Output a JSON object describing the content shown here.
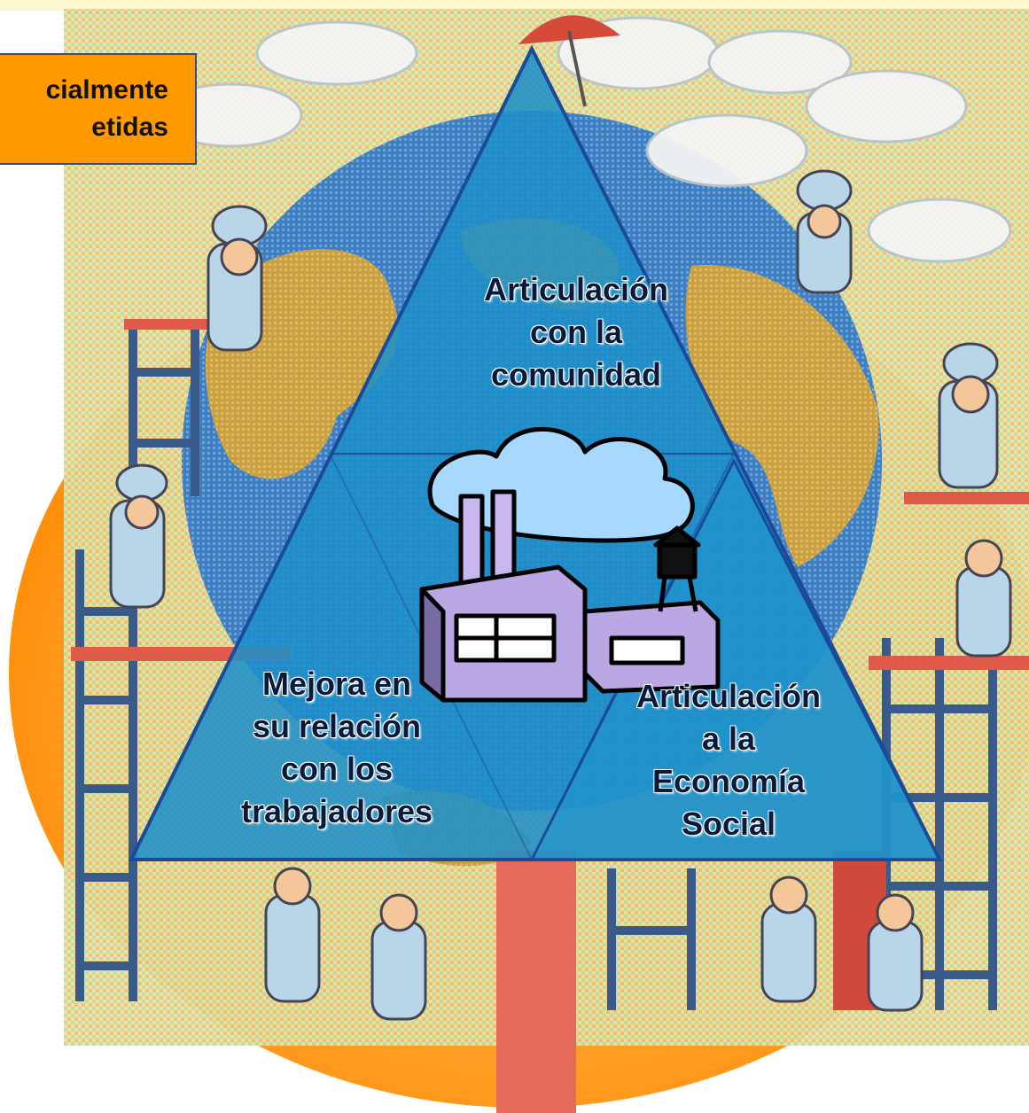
{
  "header_box": {
    "line1": "cialmente",
    "line2": "etidas"
  },
  "triangle": {
    "top": {
      "lines": [
        "Articulación",
        "con la",
        "comunidad"
      ]
    },
    "left": {
      "lines": [
        "Mejora en",
        "su relación",
        "con los",
        "trabajadores"
      ]
    },
    "right": {
      "lines": [
        "Articulación",
        "a la",
        "Economía",
        "Social"
      ]
    }
  },
  "colors": {
    "triangle_fill": "#1e8fc8",
    "triangle_stroke": "#1a4a9a",
    "orange": "#ff9900",
    "globe_ocean": "#3b7fc4",
    "land": "#c99a3a",
    "background_pattern": "#d8e8a0"
  },
  "icons": [
    "factory-icon",
    "globe-illustration",
    "worker-figures",
    "scaffold-illustration",
    "umbrella-icon"
  ]
}
